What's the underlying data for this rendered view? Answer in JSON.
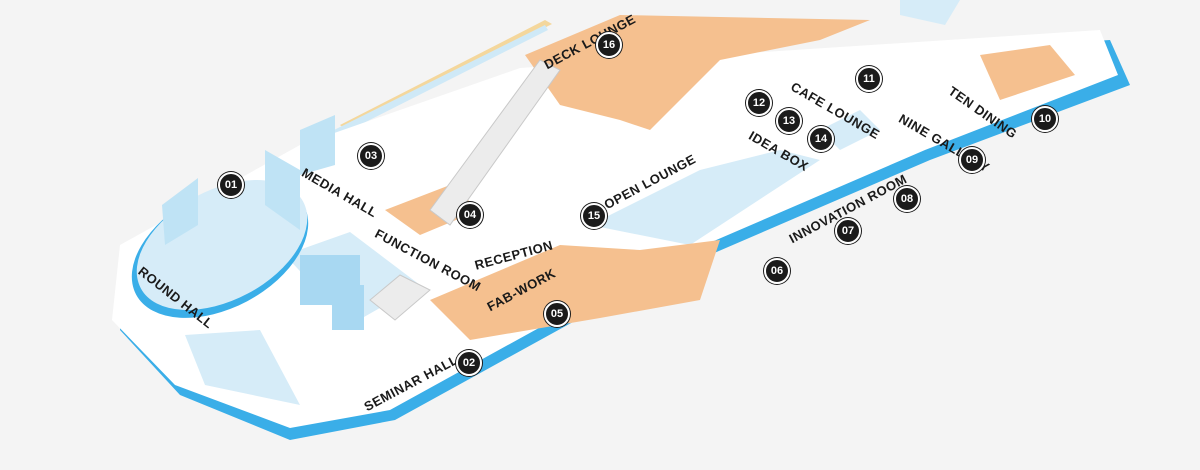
{
  "rooms": [
    {
      "id": "round-hall",
      "name": "ROUND HALL",
      "number": "01"
    },
    {
      "id": "seminar-hall",
      "name": "SEMINAR HALL",
      "number": "02"
    },
    {
      "id": "media-hall",
      "name": "MEDIA HALL",
      "number": "03"
    },
    {
      "id": "function-room",
      "name": "FUNCTION ROOM",
      "number": "04"
    },
    {
      "id": "fab-work",
      "name": "FAB-WORK",
      "number": "05"
    },
    {
      "id": "area-06",
      "name": "",
      "number": "06"
    },
    {
      "id": "innovation-room",
      "name": "INNOVATION ROOM",
      "number": "07"
    },
    {
      "id": "area-08",
      "name": "",
      "number": "08"
    },
    {
      "id": "nine-gallery",
      "name": "NINE GALLERY",
      "number": "09"
    },
    {
      "id": "ten-dining",
      "name": "TEN DINING",
      "number": "10"
    },
    {
      "id": "cafe-lounge",
      "name": "CAFE LOUNGE",
      "number": "11"
    },
    {
      "id": "area-12",
      "name": "",
      "number": "12"
    },
    {
      "id": "idea-box",
      "name": "IDEA BOX",
      "number": "13"
    },
    {
      "id": "area-14",
      "name": "",
      "number": "14"
    },
    {
      "id": "open-lounge",
      "name": "OPEN LOUNGE",
      "number": "15"
    },
    {
      "id": "deck-lounge",
      "name": "DECK LOUNGE",
      "number": "16"
    }
  ],
  "labels": {
    "reception": "RECEPTION"
  },
  "colors": {
    "background": "#f4f4f4",
    "floor": "#ffffff",
    "floor_edge": "#dcecf6",
    "accent_blue": "#3aaee8",
    "light_blue": "#cfe9f7",
    "orange_floor": "#f5c08f",
    "marker": "#1b1b1b",
    "text": "#1a1a1a"
  }
}
